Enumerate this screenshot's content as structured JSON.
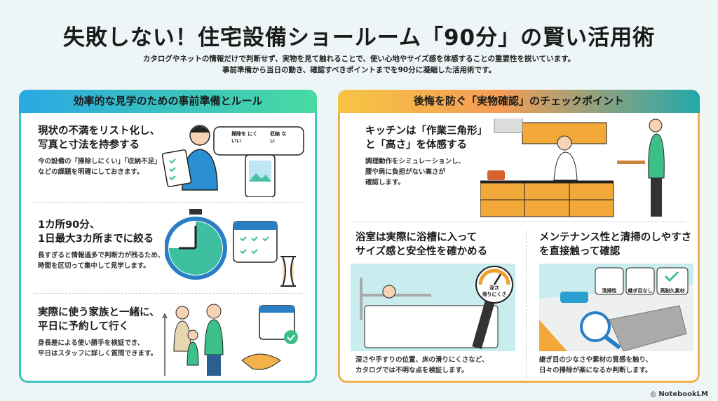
{
  "title": "失敗しない！住宅設備ショールーム「90分」の賢い活用術",
  "subtitle": [
    "カタログやネットの情報だけで判断せず、実物を見て触れることで、使い心地やサイズ感を体感することの重要性を説いています。",
    "事前準備から当日の動き、確認すべきポイントまでを90分に凝縮した活用術です。"
  ],
  "left": {
    "header": "効率的な見学のための事前準備とルール",
    "items": [
      {
        "title": [
          "現状の不満をリスト化し、",
          "写真と寸法を持参する"
        ],
        "desc": [
          "今の設備の「掃除しにくい」「収納不足」",
          "などの課題を明確にしておきます。"
        ],
        "tags": [
          "掃除を にくいい",
          "収納 ない"
        ]
      },
      {
        "title": [
          "1カ所90分、",
          "1日最大3カ所までに絞る"
        ],
        "desc": [
          "長すぎると情報過多で判断力が残るため、",
          "時間を区切って集中して見学します。"
        ]
      },
      {
        "title": [
          "実際に使う家族と一緒に、",
          "平日に予約して行く"
        ],
        "desc": [
          "身長差による使い勝手を検証でき、",
          "平日はスタッフに詳しく質問できます。"
        ]
      }
    ]
  },
  "right": {
    "header": "後悔を防ぐ「実物確認」のチェックポイント",
    "kitchen": {
      "title": [
        "キッチンは「作業三角形」",
        "と「高さ」を体感する"
      ],
      "desc": [
        "調理動作をシミュレーションし、",
        "腰や肩に負担がない高さが",
        "確認します。"
      ]
    },
    "bath": {
      "title": [
        "浴室は実際に浴槽に入って",
        "サイズ感と安全性を確かめる"
      ],
      "desc": [
        "深さや手すりの位置、床の滑りにくさなど、",
        "カタログでは不明な点を検証します。"
      ],
      "gauge": [
        "深さ",
        "滑りにくさ"
      ]
    },
    "maint": {
      "title": [
        "メンテナンス性と清掃のしやすさ",
        "を直接触って確認"
      ],
      "desc": [
        "継ぎ目の少なさや素材の質感を触り、",
        "日々の掃除が楽になるか判断します。"
      ],
      "tags": [
        "清掃性",
        "継ぎ目なし",
        "高耐久素材"
      ]
    }
  },
  "footer": "NotebookLM",
  "colors": {
    "teal": "#3fc4c4",
    "orange": "#f0b050",
    "green": "#3dbf8a",
    "blue": "#2a7fc4"
  }
}
